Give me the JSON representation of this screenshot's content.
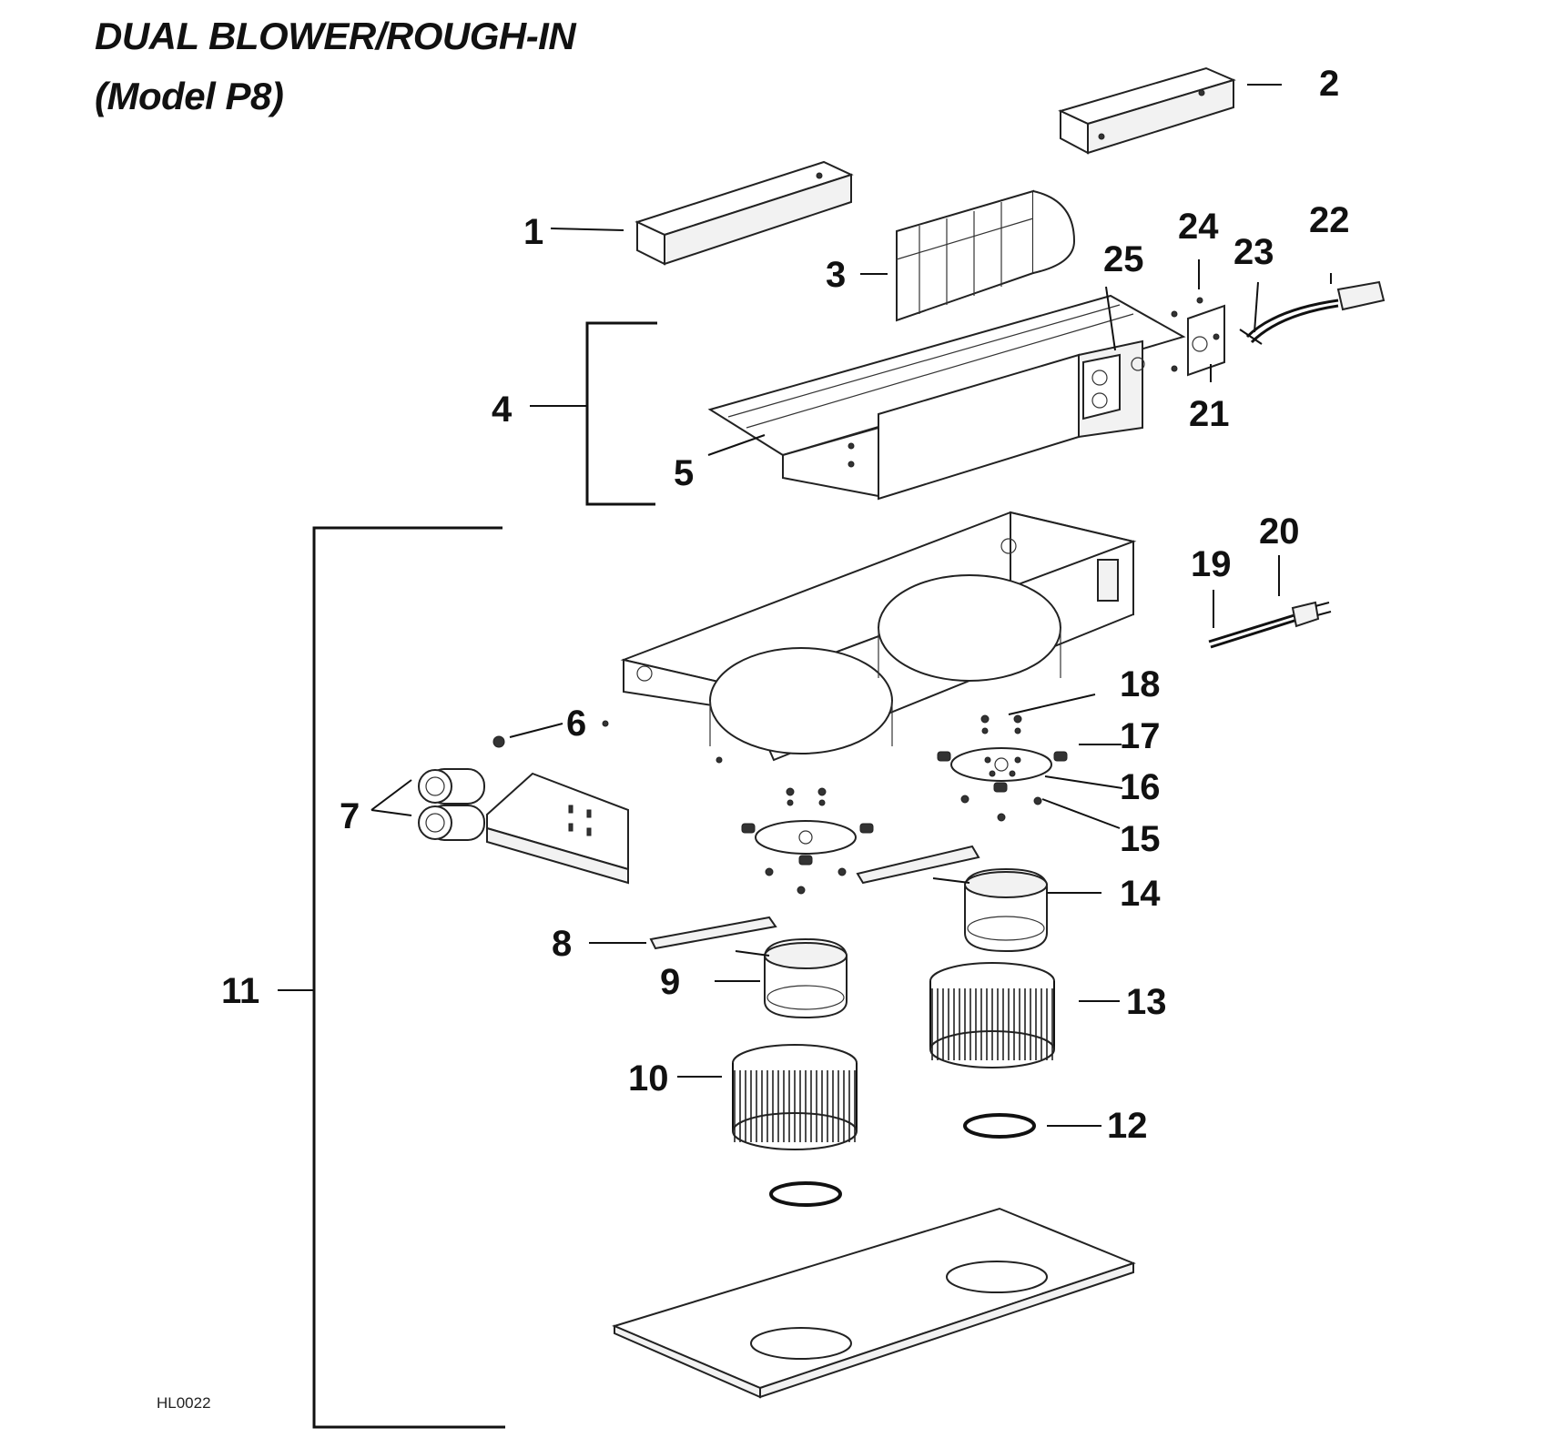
{
  "title": {
    "line1": "DUAL BLOWER/ROUGH-IN",
    "line2": "(Model P8)"
  },
  "drawing_code": "HL0022",
  "callouts": {
    "c1": "1",
    "c2": "2",
    "c3": "3",
    "c4": "4",
    "c5": "5",
    "c6": "6",
    "c7": "7",
    "c8": "8",
    "c9": "9",
    "c10": "10",
    "c11": "11",
    "c12": "12",
    "c13": "13",
    "c14": "14",
    "c15": "15",
    "c16": "16",
    "c17": "17",
    "c18": "18",
    "c19": "19",
    "c20": "20",
    "c21": "21",
    "c22": "22",
    "c23": "23",
    "c24": "24",
    "c25": "25"
  }
}
